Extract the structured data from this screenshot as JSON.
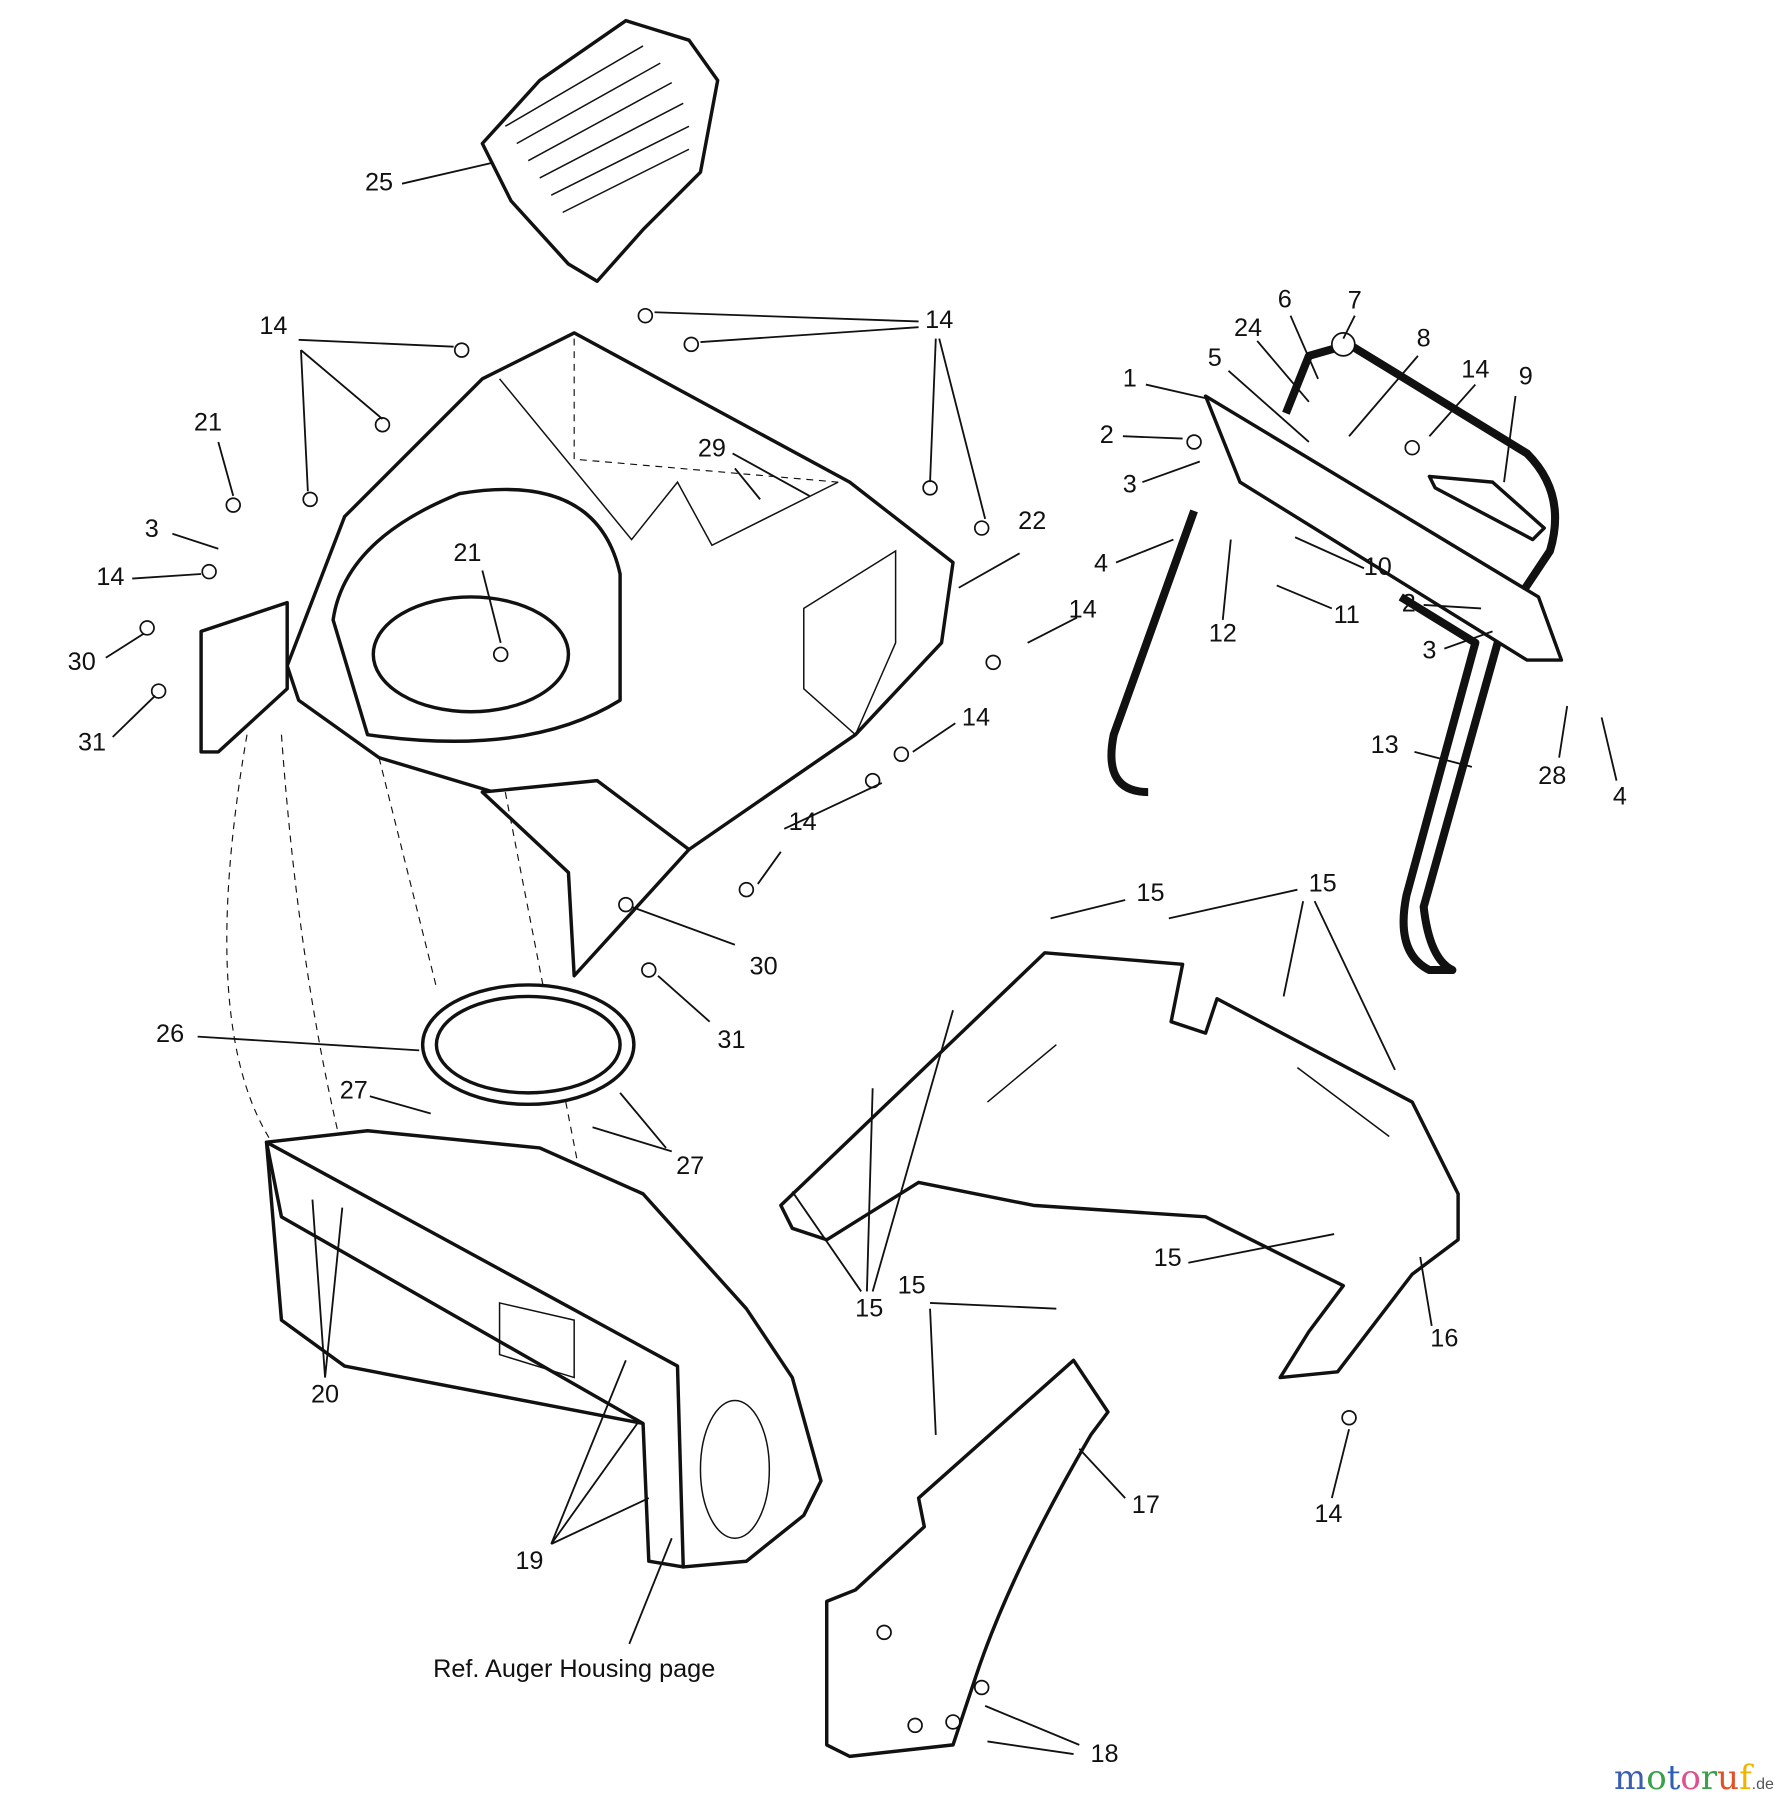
{
  "callouts": {
    "c25": "25",
    "c14a": "14",
    "c14b": "14",
    "c21a": "21",
    "c3a": "3",
    "c14c": "14",
    "c30a": "30",
    "c31a": "31",
    "c21b": "21",
    "c29": "29",
    "c22": "22",
    "c14d": "14",
    "c14e": "14",
    "c14f": "14",
    "c30b": "30",
    "c31b": "31",
    "c26": "26",
    "c27a": "27",
    "c27b": "27",
    "c20": "20",
    "c19": "19",
    "c1": "1",
    "c5": "5",
    "c24": "24",
    "c6": "6",
    "c7": "7",
    "c8": "8",
    "c14g": "14",
    "c9": "9",
    "c2a": "2",
    "c3b": "3",
    "c4a": "4",
    "c10": "10",
    "c11": "11",
    "c12": "12",
    "c2b": "2",
    "c3c": "3",
    "c13": "13",
    "c28": "28",
    "c4b": "4",
    "c15a": "15",
    "c15b": "15",
    "c15c": "15",
    "c15d": "15",
    "c15e": "15",
    "c16": "16",
    "c17": "17",
    "c14h": "14",
    "c18": "18"
  },
  "reference_note": "Ref. Auger Housing page",
  "watermark": {
    "brand": "motoruf",
    "tld": ".de"
  }
}
